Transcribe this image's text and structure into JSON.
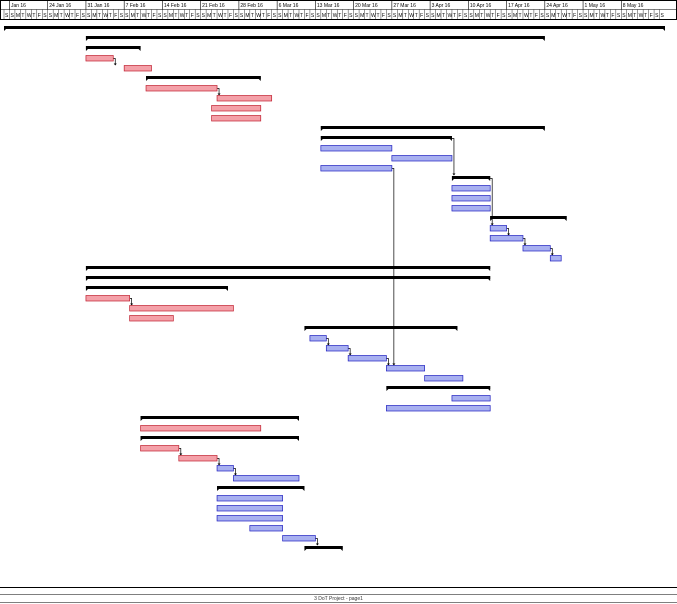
{
  "colors": {
    "summary": "#000000",
    "critical_fill": "#f4a0a8",
    "critical_stroke": "#c02030",
    "normal_fill": "#a8b0f0",
    "normal_stroke": "#2020c0",
    "link": "#000000",
    "grid": "#000000"
  },
  "footer": {
    "text": "3 DoT Project - page1"
  },
  "chart_data": {
    "type": "gantt",
    "timescale": {
      "start_date": "2016-01-16",
      "end_date": "2016-05-16",
      "week_labels": [
        {
          "date": "2016-01-17",
          "label": "Jan 16"
        },
        {
          "date": "2016-01-24",
          "label": "24 Jan 16"
        },
        {
          "date": "2016-01-31",
          "label": "31 Jan 16"
        },
        {
          "date": "2016-02-07",
          "label": "7 Feb 16"
        },
        {
          "date": "2016-02-14",
          "label": "14 Feb 16"
        },
        {
          "date": "2016-02-21",
          "label": "21 Feb 16"
        },
        {
          "date": "2016-02-28",
          "label": "28 Feb 16"
        },
        {
          "date": "2016-03-06",
          "label": "6 Mar 16"
        },
        {
          "date": "2016-03-13",
          "label": "13 Mar 16"
        },
        {
          "date": "2016-03-20",
          "label": "20 Mar 16"
        },
        {
          "date": "2016-03-27",
          "label": "27 Mar 16"
        },
        {
          "date": "2016-04-03",
          "label": "3 Apr 16"
        },
        {
          "date": "2016-04-10",
          "label": "10 Apr 16"
        },
        {
          "date": "2016-04-17",
          "label": "17 Apr 16"
        },
        {
          "date": "2016-04-24",
          "label": "24 Apr 16"
        },
        {
          "date": "2016-05-01",
          "label": "1 May 16"
        },
        {
          "date": "2016-05-08",
          "label": "8 May 16"
        }
      ],
      "day_letters": [
        "S",
        "M",
        "T",
        "W",
        "T",
        "F",
        "S"
      ]
    },
    "tasks": [
      {
        "id": 1,
        "kind": "summary",
        "start": "2016-01-16",
        "end": "2016-05-16"
      },
      {
        "id": 2,
        "kind": "summary",
        "start": "2016-01-31",
        "end": "2016-04-24"
      },
      {
        "id": 3,
        "kind": "summary",
        "start": "2016-01-31",
        "end": "2016-02-10"
      },
      {
        "id": 4,
        "kind": "critical",
        "start": "2016-01-31",
        "end": "2016-02-05"
      },
      {
        "id": 5,
        "kind": "critical",
        "start": "2016-02-07",
        "end": "2016-02-12"
      },
      {
        "id": 6,
        "kind": "summary",
        "start": "2016-02-11",
        "end": "2016-03-03"
      },
      {
        "id": 7,
        "kind": "critical",
        "start": "2016-02-11",
        "end": "2016-02-24"
      },
      {
        "id": 8,
        "kind": "critical",
        "start": "2016-02-24",
        "end": "2016-03-05"
      },
      {
        "id": 9,
        "kind": "critical",
        "start": "2016-02-23",
        "end": "2016-03-03"
      },
      {
        "id": 10,
        "kind": "critical",
        "start": "2016-02-23",
        "end": "2016-03-03"
      },
      {
        "id": 11,
        "kind": "summary",
        "start": "2016-03-14",
        "end": "2016-04-24"
      },
      {
        "id": 12,
        "kind": "summary",
        "start": "2016-03-14",
        "end": "2016-04-07"
      },
      {
        "id": 13,
        "kind": "task",
        "start": "2016-03-14",
        "end": "2016-03-27"
      },
      {
        "id": 14,
        "kind": "task",
        "start": "2016-03-27",
        "end": "2016-04-07"
      },
      {
        "id": 15,
        "kind": "task",
        "start": "2016-03-14",
        "end": "2016-03-27"
      },
      {
        "id": 16,
        "kind": "summary",
        "start": "2016-04-07",
        "end": "2016-04-14"
      },
      {
        "id": 17,
        "kind": "task",
        "start": "2016-04-07",
        "end": "2016-04-14"
      },
      {
        "id": 18,
        "kind": "task",
        "start": "2016-04-07",
        "end": "2016-04-14"
      },
      {
        "id": 19,
        "kind": "task",
        "start": "2016-04-07",
        "end": "2016-04-14"
      },
      {
        "id": 20,
        "kind": "summary",
        "start": "2016-04-14",
        "end": "2016-04-28"
      },
      {
        "id": 21,
        "kind": "task",
        "start": "2016-04-14",
        "end": "2016-04-17"
      },
      {
        "id": 22,
        "kind": "task",
        "start": "2016-04-14",
        "end": "2016-04-20"
      },
      {
        "id": 23,
        "kind": "task",
        "start": "2016-04-20",
        "end": "2016-04-25"
      },
      {
        "id": 24,
        "kind": "task",
        "start": "2016-04-25",
        "end": "2016-04-27"
      },
      {
        "id": 25,
        "kind": "summary",
        "start": "2016-01-31",
        "end": "2016-04-14"
      },
      {
        "id": 26,
        "kind": "summary",
        "start": "2016-01-31",
        "end": "2016-04-14"
      },
      {
        "id": 27,
        "kind": "summary",
        "start": "2016-01-31",
        "end": "2016-02-26"
      },
      {
        "id": 28,
        "kind": "critical",
        "start": "2016-01-31",
        "end": "2016-02-08"
      },
      {
        "id": 29,
        "kind": "critical",
        "start": "2016-02-08",
        "end": "2016-02-27"
      },
      {
        "id": 30,
        "kind": "critical",
        "start": "2016-02-08",
        "end": "2016-02-16"
      },
      {
        "id": 31,
        "kind": "summary",
        "start": "2016-03-11",
        "end": "2016-04-08"
      },
      {
        "id": 32,
        "kind": "task",
        "start": "2016-03-12",
        "end": "2016-03-15"
      },
      {
        "id": 33,
        "kind": "task",
        "start": "2016-03-15",
        "end": "2016-03-19"
      },
      {
        "id": 34,
        "kind": "task",
        "start": "2016-03-19",
        "end": "2016-03-26"
      },
      {
        "id": 35,
        "kind": "task",
        "start": "2016-03-26",
        "end": "2016-04-02"
      },
      {
        "id": 36,
        "kind": "task",
        "start": "2016-04-02",
        "end": "2016-04-09"
      },
      {
        "id": 37,
        "kind": "summary",
        "start": "2016-03-26",
        "end": "2016-04-14"
      },
      {
        "id": 38,
        "kind": "task",
        "start": "2016-04-07",
        "end": "2016-04-14"
      },
      {
        "id": 39,
        "kind": "task",
        "start": "2016-03-26",
        "end": "2016-04-14"
      },
      {
        "id": 40,
        "kind": "summary",
        "start": "2016-02-10",
        "end": "2016-03-10"
      },
      {
        "id": 41,
        "kind": "critical",
        "start": "2016-02-10",
        "end": "2016-03-03"
      },
      {
        "id": 42,
        "kind": "summary",
        "start": "2016-02-10",
        "end": "2016-03-10"
      },
      {
        "id": 43,
        "kind": "critical",
        "start": "2016-02-10",
        "end": "2016-02-17"
      },
      {
        "id": 44,
        "kind": "critical",
        "start": "2016-02-17",
        "end": "2016-02-24"
      },
      {
        "id": 45,
        "kind": "task",
        "start": "2016-02-24",
        "end": "2016-02-27"
      },
      {
        "id": 46,
        "kind": "task",
        "start": "2016-02-27",
        "end": "2016-03-10"
      },
      {
        "id": 47,
        "kind": "summary",
        "start": "2016-02-24",
        "end": "2016-03-11"
      },
      {
        "id": 48,
        "kind": "task",
        "start": "2016-02-24",
        "end": "2016-03-07"
      },
      {
        "id": 49,
        "kind": "task",
        "start": "2016-02-24",
        "end": "2016-03-07"
      },
      {
        "id": 50,
        "kind": "task",
        "start": "2016-02-24",
        "end": "2016-03-07"
      },
      {
        "id": 51,
        "kind": "task",
        "start": "2016-03-01",
        "end": "2016-03-07"
      },
      {
        "id": 52,
        "kind": "task",
        "start": "2016-03-07",
        "end": "2016-03-13"
      },
      {
        "id": 53,
        "kind": "summary",
        "start": "2016-03-11",
        "end": "2016-03-18"
      }
    ],
    "links": [
      {
        "from": 4,
        "to": 5
      },
      {
        "from": 7,
        "to": 8
      },
      {
        "from": 12,
        "to": 16
      },
      {
        "from": 16,
        "to": 21
      },
      {
        "from": 21,
        "to": 22
      },
      {
        "from": 22,
        "to": 23
      },
      {
        "from": 23,
        "to": 24
      },
      {
        "from": 28,
        "to": 29
      },
      {
        "from": 32,
        "to": 33
      },
      {
        "from": 33,
        "to": 34
      },
      {
        "from": 34,
        "to": 35
      },
      {
        "from": 43,
        "to": 44
      },
      {
        "from": 44,
        "to": 45
      },
      {
        "from": 45,
        "to": 46
      },
      {
        "from": 15,
        "to": 35
      },
      {
        "from": 52,
        "to": 53
      }
    ]
  }
}
